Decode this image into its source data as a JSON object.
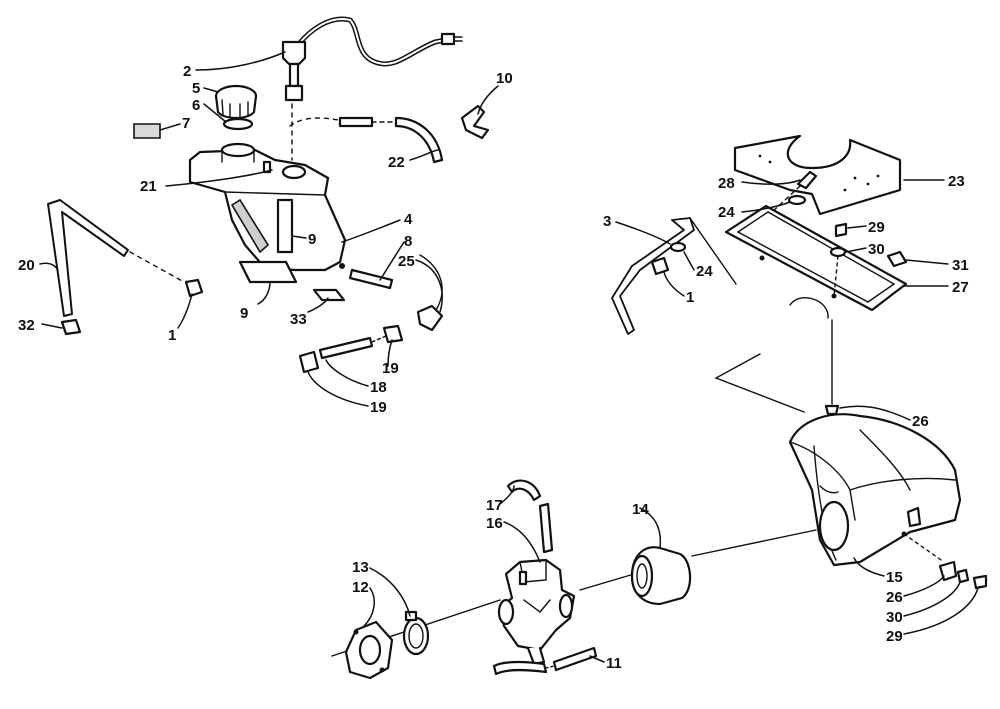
{
  "callouts": [
    {
      "id": "c2",
      "text": "2"
    },
    {
      "id": "c5",
      "text": "5"
    },
    {
      "id": "c6",
      "text": "6"
    },
    {
      "id": "c7",
      "text": "7"
    },
    {
      "id": "c10",
      "text": "10"
    },
    {
      "id": "c22",
      "text": "22"
    },
    {
      "id": "c21",
      "text": "21"
    },
    {
      "id": "c4",
      "text": "4"
    },
    {
      "id": "c9a",
      "text": "9"
    },
    {
      "id": "c8",
      "text": "8"
    },
    {
      "id": "c25",
      "text": "25"
    },
    {
      "id": "c20",
      "text": "20"
    },
    {
      "id": "c32",
      "text": "32"
    },
    {
      "id": "c1a",
      "text": "1"
    },
    {
      "id": "c9b",
      "text": "9"
    },
    {
      "id": "c33",
      "text": "33"
    },
    {
      "id": "c19a",
      "text": "19"
    },
    {
      "id": "c18",
      "text": "18"
    },
    {
      "id": "c19b",
      "text": "19"
    },
    {
      "id": "c23",
      "text": "23"
    },
    {
      "id": "c28",
      "text": "28"
    },
    {
      "id": "c24a",
      "text": "24"
    },
    {
      "id": "c29a",
      "text": "29"
    },
    {
      "id": "c30a",
      "text": "30"
    },
    {
      "id": "c31",
      "text": "31"
    },
    {
      "id": "c3",
      "text": "3"
    },
    {
      "id": "c24b",
      "text": "24"
    },
    {
      "id": "c1b",
      "text": "1"
    },
    {
      "id": "c27",
      "text": "27"
    },
    {
      "id": "c26a",
      "text": "26"
    },
    {
      "id": "c17",
      "text": "17"
    },
    {
      "id": "c16",
      "text": "16"
    },
    {
      "id": "c14",
      "text": "14"
    },
    {
      "id": "c13",
      "text": "13"
    },
    {
      "id": "c12",
      "text": "12"
    },
    {
      "id": "c11",
      "text": "11"
    },
    {
      "id": "c15",
      "text": "15"
    },
    {
      "id": "c26b",
      "text": "26"
    },
    {
      "id": "c30b",
      "text": "30"
    },
    {
      "id": "c29b",
      "text": "29"
    }
  ]
}
